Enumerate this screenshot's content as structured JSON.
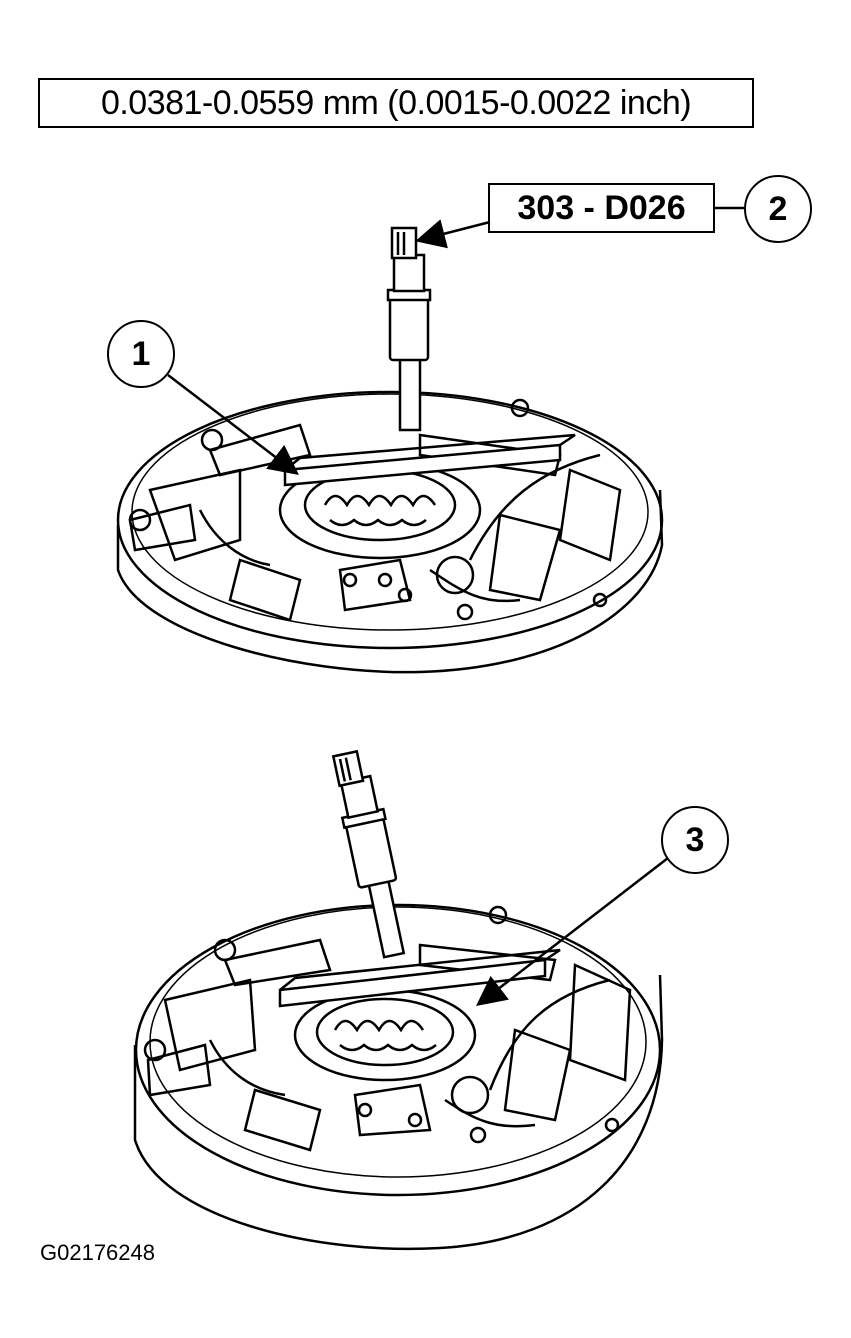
{
  "spec": {
    "clearance_text": "0.0381-0.0559 mm (0.0015-0.0022 inch)"
  },
  "tool": {
    "number": "303 - D026"
  },
  "callouts": {
    "c1": "1",
    "c2": "2",
    "c3": "3"
  },
  "figure": {
    "id": "G02176248"
  }
}
